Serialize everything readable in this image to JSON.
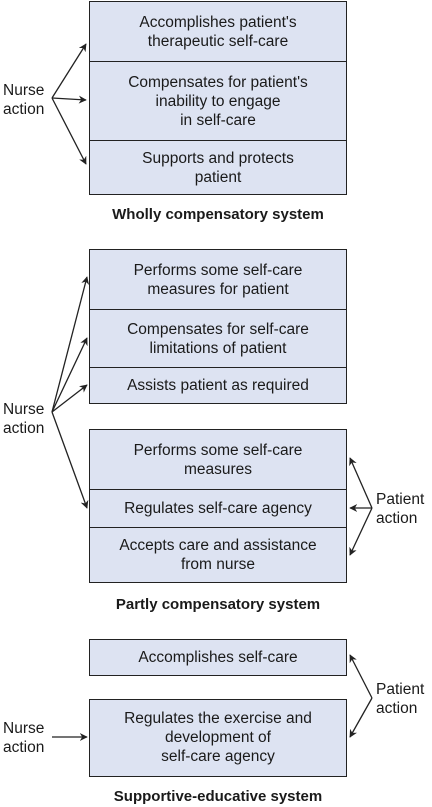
{
  "wholly": {
    "nurse_label": "Nurse\naction",
    "rows": [
      "Accomplishes patient's\ntherapeutic self-care",
      "Compensates for patient's\ninability to engage\nin self-care",
      "Supports and protects\npatient"
    ],
    "caption": "Wholly compensatory system"
  },
  "partly": {
    "nurse_label": "Nurse\naction",
    "patient_label": "Patient\naction",
    "nurse_rows": [
      "Performs some self-care\nmeasures for patient",
      "Compensates for self-care\nlimitations of patient",
      "Assists patient as required"
    ],
    "patient_rows": [
      "Performs some self-care\nmeasures",
      "Regulates self-care agency",
      "Accepts care and assistance\nfrom nurse"
    ],
    "caption": "Partly compensatory system"
  },
  "supportive": {
    "nurse_label": "Nurse\naction",
    "patient_label": "Patient\naction",
    "rows": [
      "Accomplishes self-care",
      "Regulates the exercise and\ndevelopment of\nself-care agency"
    ],
    "caption": "Supportive-educative system"
  }
}
